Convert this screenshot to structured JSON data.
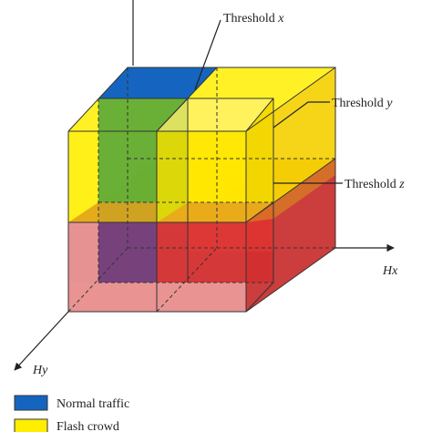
{
  "labels": {
    "threshold_x": {
      "text": "Threshold",
      "var": "x"
    },
    "threshold_y": {
      "text": "Threshold",
      "var": "y"
    },
    "threshold_z": {
      "text": "Threshold",
      "var": "z"
    },
    "axis_hx": "Hx",
    "axis_hy": "Hy"
  },
  "legend": [
    {
      "label": "Normal traffic",
      "color": "#1565c0"
    },
    {
      "label": "Flash crowd",
      "color": "#ffee00"
    }
  ],
  "colors": {
    "normal_traffic": "#1565c0",
    "flash_crowd": "#ffee00",
    "green_region": "#5aa83a",
    "red_region": "#d83a3a",
    "pink_region": "#e68c8c",
    "purple_region": "#6a3a7a",
    "orange_region": "#e0a020"
  }
}
